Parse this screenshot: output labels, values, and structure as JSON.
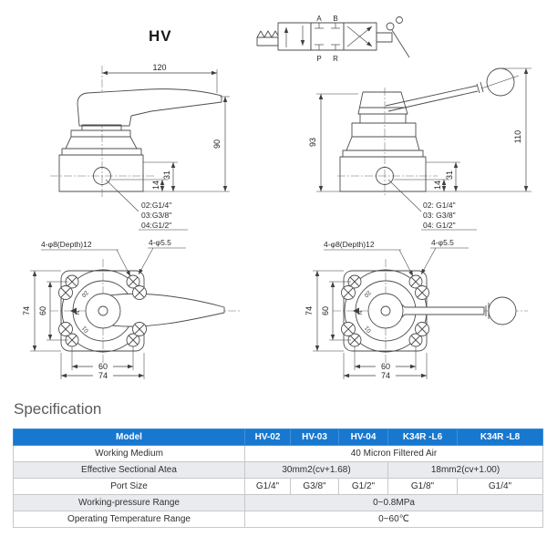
{
  "title": "HV",
  "schematic": {
    "port_a": "A",
    "port_b": "B",
    "port_p": "P",
    "port_r": "R"
  },
  "side_view_left": {
    "dim_top": "120",
    "dim_right": "90",
    "dim_31": "31",
    "dim_14": "14",
    "port_line_1": "02:G1/4\"",
    "port_line_2": "03:G3/8\"",
    "port_line_3": "04:G1/2\""
  },
  "side_view_right": {
    "dim_left": "93",
    "dim_right": "110",
    "dim_31": "31",
    "dim_14": "14",
    "port_line_1": "02: G1/4\"",
    "port_line_2": "03: G3/8\"",
    "port_line_3": "04: G1/2\""
  },
  "front_view_left": {
    "label_holes_8": "4-φ8(Depth)12",
    "label_holes_55": "4-φ5.5",
    "dim_left_outer": "74",
    "dim_left_inner": "60",
    "dim_bottom_inner": "60",
    "dim_bottom_outer": "74",
    "dial_02": "02",
    "dial_n": "N",
    "dial_01": "01"
  },
  "front_view_right": {
    "label_holes_8": "4-φ8(Depth)12",
    "label_holes_55": "4-φ5.5",
    "dim_left_outer": "74",
    "dim_left_inner": "60",
    "dim_bottom_inner": "60",
    "dim_bottom_outer": "74",
    "dial_02": "02",
    "dial_n": "N",
    "dial_01": "01"
  },
  "spec": {
    "heading": "Specification",
    "table": {
      "header": {
        "model": "Model",
        "c1": "HV-02",
        "c2": "HV-03",
        "c3": "HV-04",
        "c4": "K34R -L6",
        "c5": "K34R -L8"
      },
      "row_medium": {
        "label": "Working Medium",
        "value": "40 Micron Filtered Air"
      },
      "row_area": {
        "label": "Effective Sectional Atea",
        "value_a": "30mm2(cv+1.68)",
        "value_b": "18mm2(cv+1.00)"
      },
      "row_port": {
        "label": "Port Size",
        "c1": "G1/4\"",
        "c2": "G3/8\"",
        "c3": "G1/2\"",
        "c4": "G1/8\"",
        "c5": "G1/4\""
      },
      "row_pressure": {
        "label": "Working-pressure Range",
        "value": "0~0.8MPa"
      },
      "row_temp": {
        "label": "Operating Temperature Range",
        "value": "0~60℃"
      }
    }
  },
  "colors": {
    "table_header_bg": "#1878cf",
    "table_header_text": "#ffffff",
    "row_shade": "#e9ebee",
    "table_border": "#c5c9cc",
    "heading_text": "#5a5a5a",
    "line": "#4d4d4d"
  }
}
